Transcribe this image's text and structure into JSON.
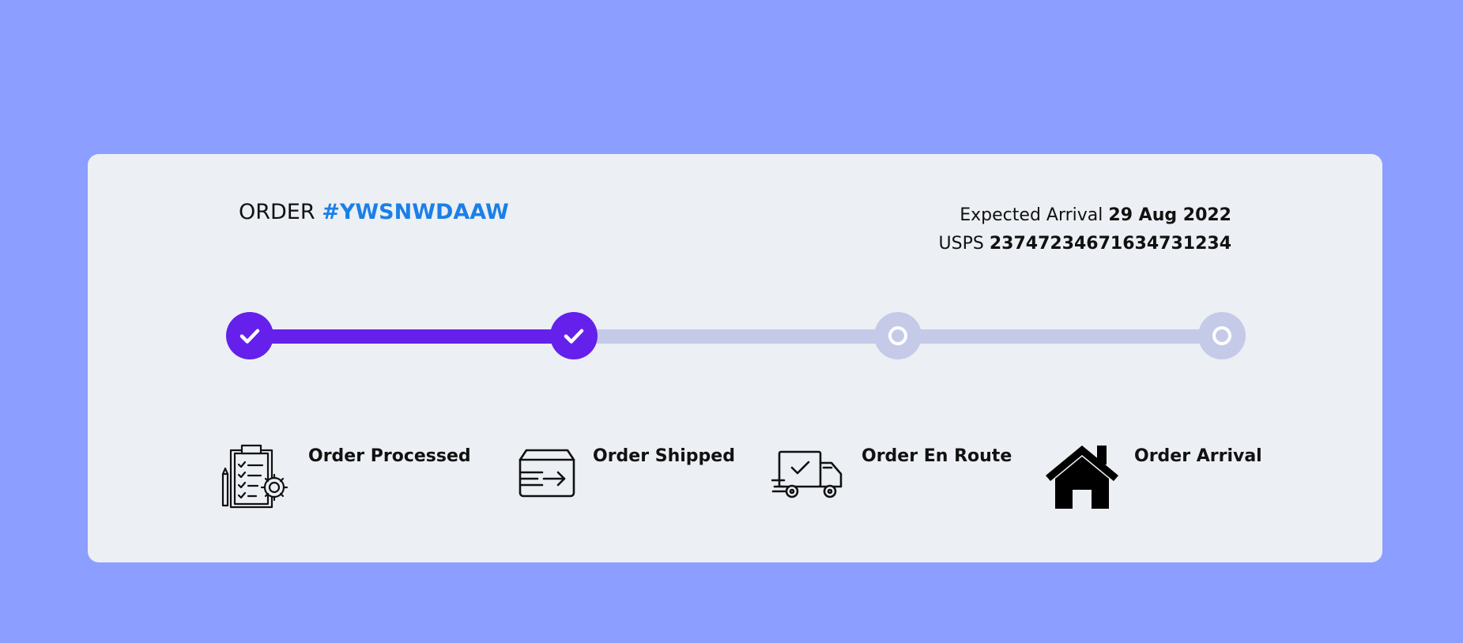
{
  "order": {
    "prefix": "ORDER",
    "id": "#YWSNWDAAW"
  },
  "arrival": {
    "expected_label": "Expected Arrival",
    "expected_date": "29 Aug 2022",
    "carrier": "USPS",
    "tracking_number": "23747234671634731234"
  },
  "progress": {
    "completed_steps": 2,
    "total_steps": 4
  },
  "steps": [
    {
      "label": "Order Processed",
      "status": "done",
      "icon": "clipboard-gear-icon"
    },
    {
      "label": "Order Shipped",
      "status": "done",
      "icon": "box-arrow-icon"
    },
    {
      "label": "Order En Route",
      "status": "pending",
      "icon": "delivery-truck-icon"
    },
    {
      "label": "Order Arrival",
      "status": "pending",
      "icon": "house-icon"
    }
  ],
  "colors": {
    "background": "#8c9eff",
    "card": "#eceff3",
    "accent": "#6520ec",
    "pending": "#c5cae9",
    "order_id": "#1a7fe8"
  }
}
